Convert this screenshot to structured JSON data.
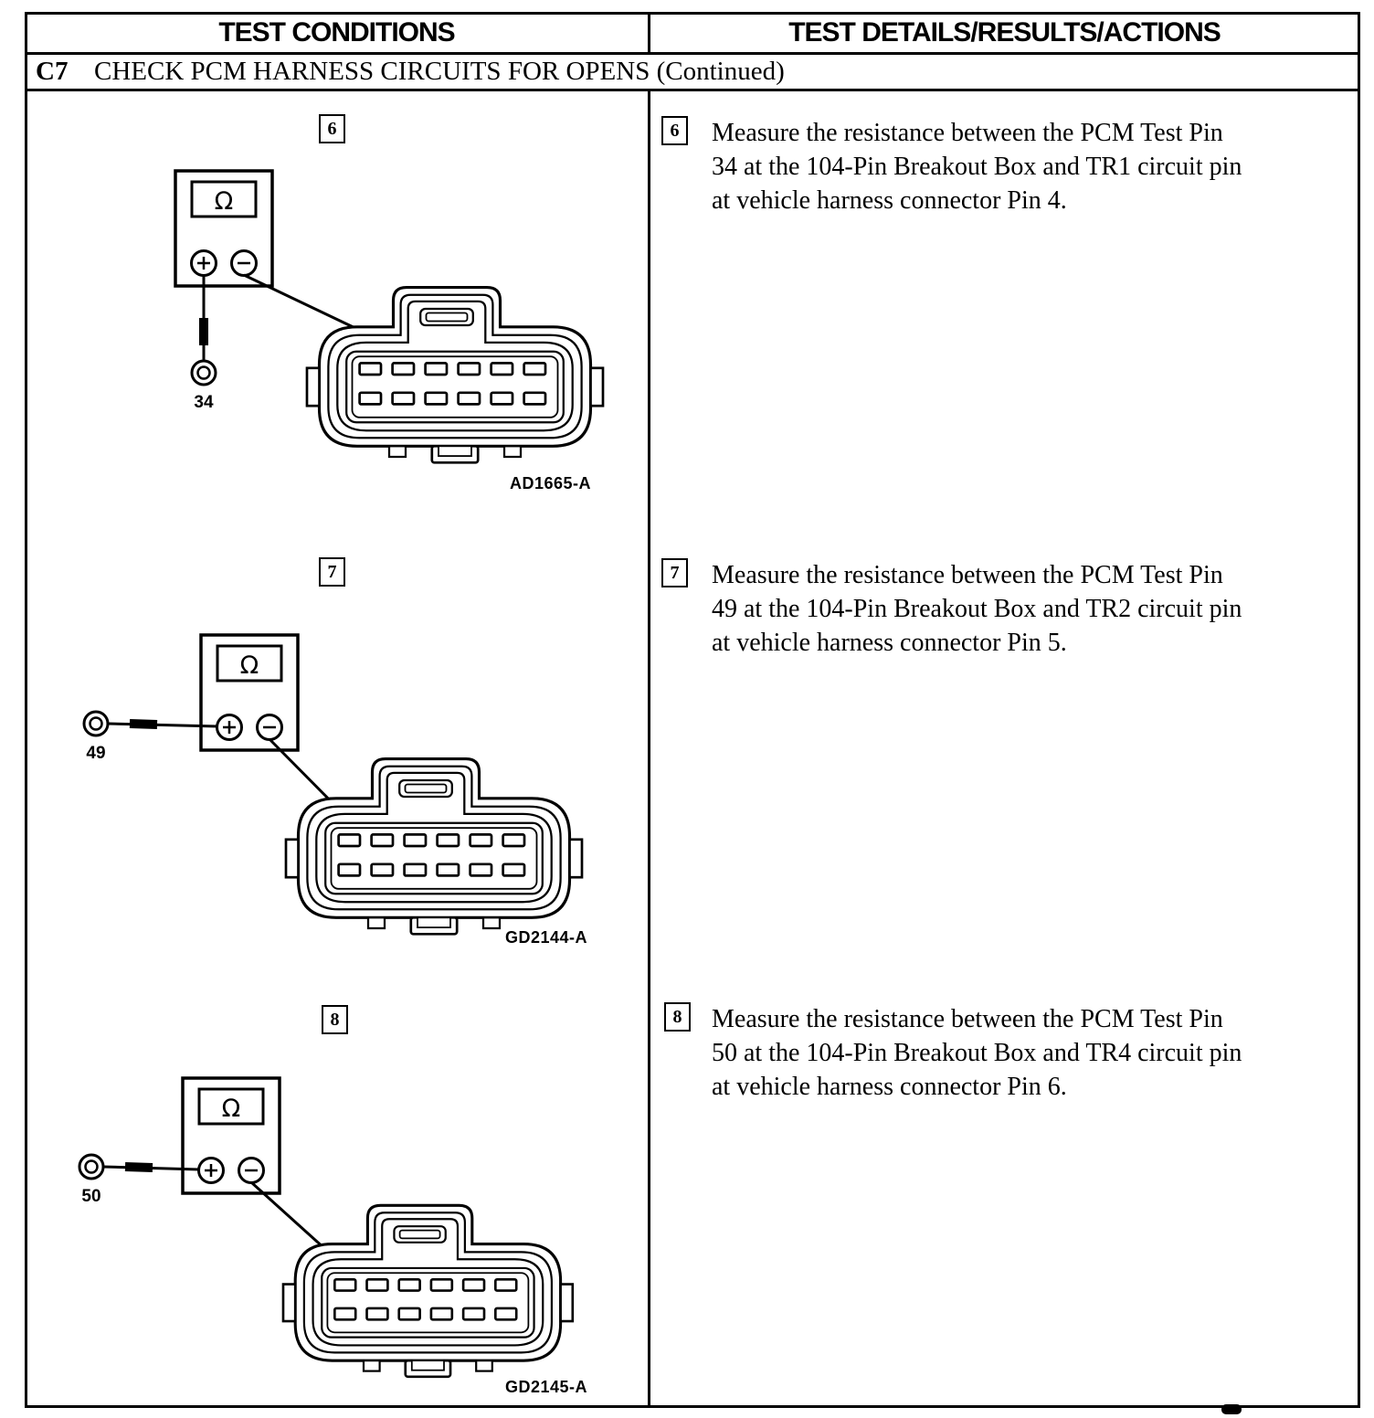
{
  "header": {
    "left": "TEST CONDITIONS",
    "right": "TEST DETAILS/RESULTS/ACTIONS"
  },
  "section": {
    "code": "C7",
    "title": "CHECK PCM HARNESS CIRCUITS FOR OPENS (Continued)"
  },
  "meter": {
    "display": "Ω"
  },
  "steps": [
    {
      "number": "6",
      "pin_label": "34",
      "figure_label": "AD1665-A",
      "lines": [
        "Measure the resistance between the PCM Test Pin",
        "34 at the 104-Pin Breakout Box and TR1 circuit pin",
        "at vehicle harness connector Pin 4."
      ]
    },
    {
      "number": "7",
      "pin_label": "49",
      "figure_label": "GD2144-A",
      "lines": [
        "Measure the resistance between the PCM Test Pin",
        "49 at the 104-Pin Breakout Box and TR2 circuit pin",
        "at vehicle harness connector Pin 5."
      ]
    },
    {
      "number": "8",
      "pin_label": "50",
      "figure_label": "GD2145-A",
      "lines": [
        "Measure the resistance between the PCM Test Pin",
        "50 at the 104-Pin Breakout Box and TR4 circuit pin",
        "at vehicle harness connector Pin 6."
      ]
    }
  ]
}
